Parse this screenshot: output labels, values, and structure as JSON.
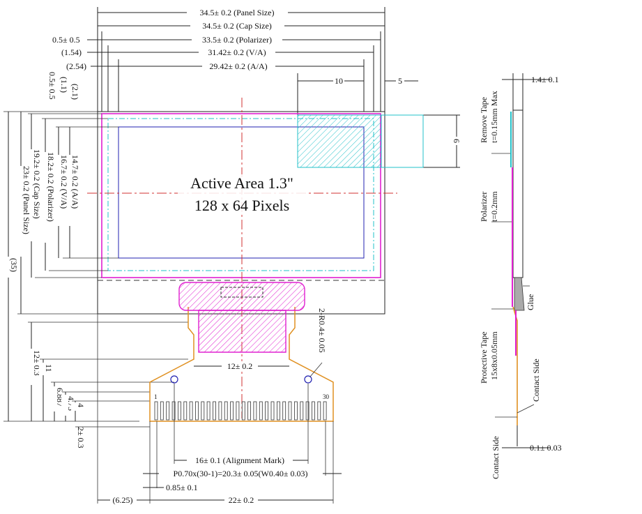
{
  "drawing": {
    "active_area_title": "Active Area 1.3\"",
    "active_area_pixels": "128 x 64 Pixels",
    "top_dims": {
      "panel_size": "34.5± 0.2 (Panel Size)",
      "cap_size": "34.5± 0.2 (Cap Size)",
      "polarizer": "33.5± 0.2 (Polarizer)",
      "va": "31.42± 0.2 (V/A)",
      "aa": "29.42± 0.2 (A/A)",
      "left_05": "0.5± 0.5",
      "left_154": "(1.54)",
      "left_254": "(2.54)",
      "dim_10": "10",
      "dim_5": "5",
      "dim_6": "6"
    },
    "left_dims": {
      "v05": "0.5± 0.5",
      "v11": "(1.1)",
      "v21": "(2.1)",
      "aa": "14.7± 0.2 (A/A)",
      "va": "16.7± 0.2 (V/A)",
      "polarizer": "18.2± 0.2 (Polarizer)",
      "cap": "19.2± 0.2 (Cap Size)",
      "panel": "23± 0.2 (Panel Size)",
      "total": "(35)",
      "d12": "12± 0.3",
      "d11": "11",
      "d6887": "6.887",
      "d475": "4.75",
      "d4": "4"
    },
    "fpc_dims": {
      "radius": "2-R0.4± 0.05",
      "width12": "12± 0.2",
      "d2": "2± 0.3",
      "align": "16± 0.1 (Alignment Mark)",
      "pitch": "P0.70x(30-1)=20.3± 0.05(W0.40± 0.03)",
      "d085": "0.85± 0.1",
      "d625": "(6.25)",
      "d22": "22± 0.2",
      "pin1": "1",
      "pin30": "30"
    },
    "side_view": {
      "thickness": "1.4± 0.1",
      "remove_tape_1": "Remove Tape",
      "remove_tape_2": "t=0.15mm Max",
      "polarizer_1": "Polarizer",
      "polarizer_2": "t=0.2mm",
      "glue": "Glue",
      "protective_1": "Protective Tape",
      "protective_2": "15x8x0.05mm",
      "contact_side_right": "Contact Side",
      "contact_side_bottom": "Contact Side",
      "fpc_thickness": "0.1± 0.03"
    },
    "colors": {
      "magenta": "#e020d0",
      "cyan": "#20d0d8",
      "blue": "#2020b0",
      "red": "#d03030",
      "orange": "#e09020"
    }
  }
}
